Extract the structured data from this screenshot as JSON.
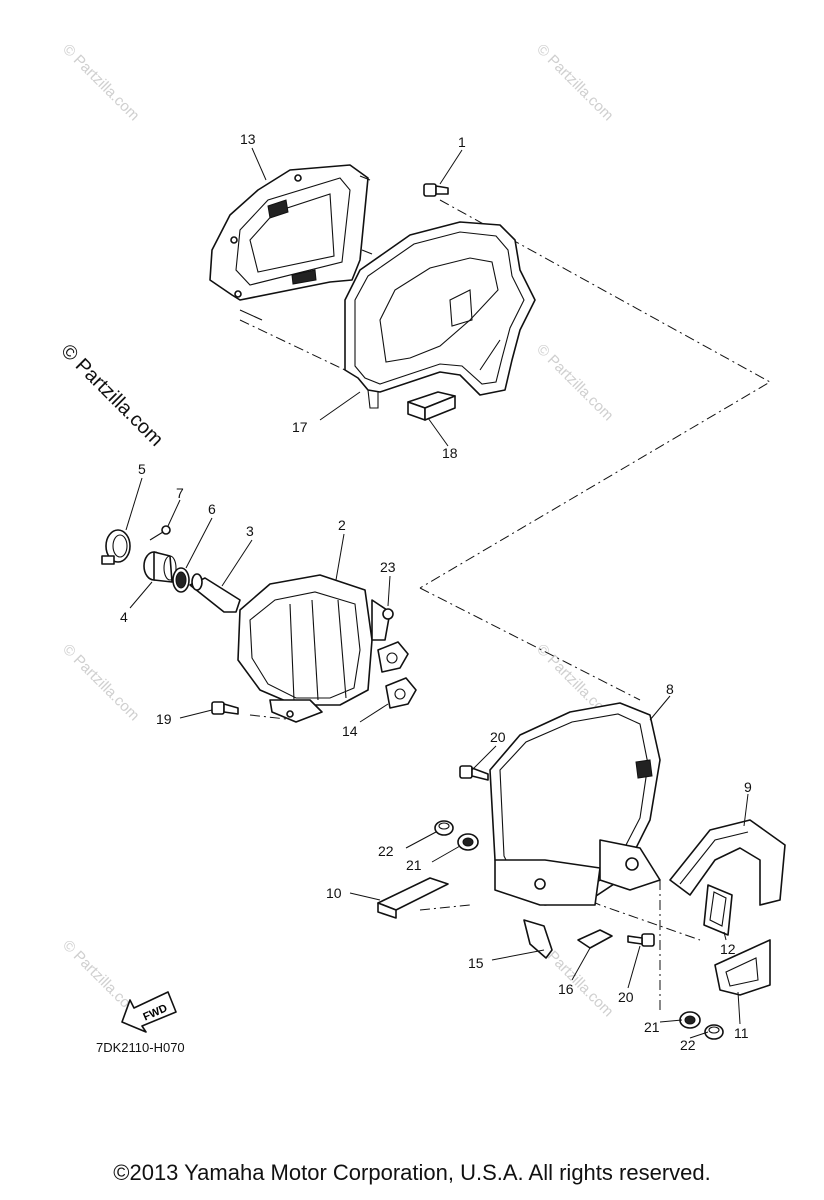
{
  "watermark": {
    "text": "© Partzilla.com"
  },
  "callouts": {
    "c1": "1",
    "c2": "2",
    "c3": "3",
    "c4": "4",
    "c5": "5",
    "c6": "6",
    "c7": "7",
    "c8": "8",
    "c9": "9",
    "c10": "10",
    "c11": "11",
    "c12": "12",
    "c13": "13",
    "c14": "14",
    "c15": "15",
    "c16": "16",
    "c17": "17",
    "c18": "18",
    "c19": "19",
    "c20a": "20",
    "c20b": "20",
    "c21a": "21",
    "c21b": "21",
    "c22a": "22",
    "c22b": "22",
    "c23": "23"
  },
  "fwd_label": "FWD",
  "diagram_code": "7DK2110-H070",
  "copyright": "©2013  Yamaha Motor Corporation, U.S.A. All rights reserved."
}
